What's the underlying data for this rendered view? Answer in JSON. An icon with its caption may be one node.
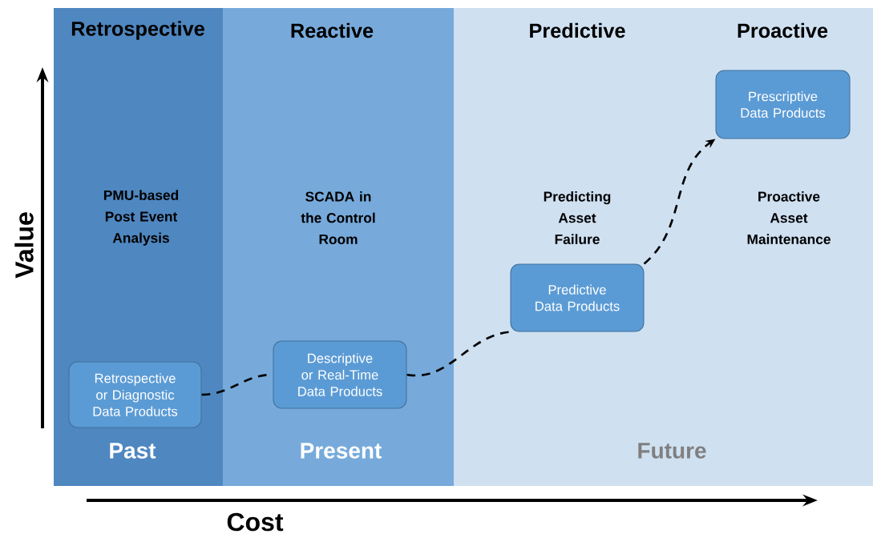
{
  "diagram": {
    "nodes": [
      {
        "text": [
          "Retrospective",
          "PMU-based Post Event Analysis",
          "Past"
        ]
      },
      {
        "text": [
          "Reactive",
          "SCADA in the Control Room",
          "Present"
        ]
      },
      {
        "text": [
          "Predictive",
          "Proactive",
          "Predicting Asset Failure",
          "Proactive Asset Maintenance",
          "Future"
        ]
      },
      {
        "text": [
          "Retrospective or Diagnostic Data Products"
        ],
        "in": 0
      },
      {
        "text": [
          "Descriptive or Real-Time Data Products"
        ],
        "in": 1
      },
      {
        "text": [
          "Predictive Data Products"
        ],
        "in": 2
      },
      {
        "text": [
          "Prescriptive Data Products"
        ],
        "in": 2
      }
    ],
    "edges": [
      {
        "from": 3,
        "to": 4,
        "arrow": "none",
        "style": "dashed"
      },
      {
        "from": 4,
        "to": 5,
        "arrow": "none",
        "style": "dashed"
      },
      {
        "from": 5,
        "to": 6,
        "arrow": "to",
        "style": "dashed"
      }
    ],
    "labels": [
      "Value",
      "Cost"
    ]
  }
}
